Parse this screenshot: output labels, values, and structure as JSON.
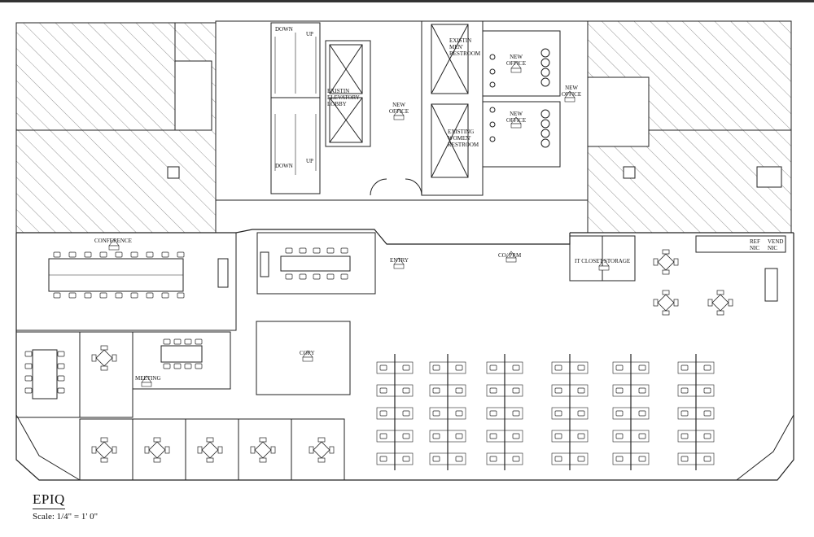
{
  "project": {
    "name": "EPIQ",
    "scale": "Scale: 1/4\" = 1' 0\""
  },
  "labels": {
    "down_top": "DOWN",
    "up_top": "UP",
    "down_bottom": "DOWN",
    "up_bottom": "UP",
    "elevator_lobby": "EXISTIN\nELEVATORY\nLOBBY",
    "mens_restroom": "EXISTIN\nMEN'\nRESTROOM",
    "womens_restroom": "EXISTING\nWOMEN'\nRESTROOM",
    "new_office_a": "NEW\nOFFICE",
    "new_office_b": "NEW\nOFFICE",
    "new_office_c": "NEW\nOFFICE",
    "new_office_d": "NEW\nOFFICE",
    "conference": "CONFERENCE",
    "entry": "ENTRY",
    "copy_rm": "CO/ PRM",
    "it_closet": "IT CLOSET",
    "storage": "STORAGE",
    "copy": "COPY",
    "meeting": "MEETING",
    "ref_nic": "REF\nNIC",
    "vend_nic": "VEND\nNIC"
  },
  "colors": {
    "line": "#1a1a1a",
    "hatch": "#555555",
    "background": "#ffffff"
  }
}
